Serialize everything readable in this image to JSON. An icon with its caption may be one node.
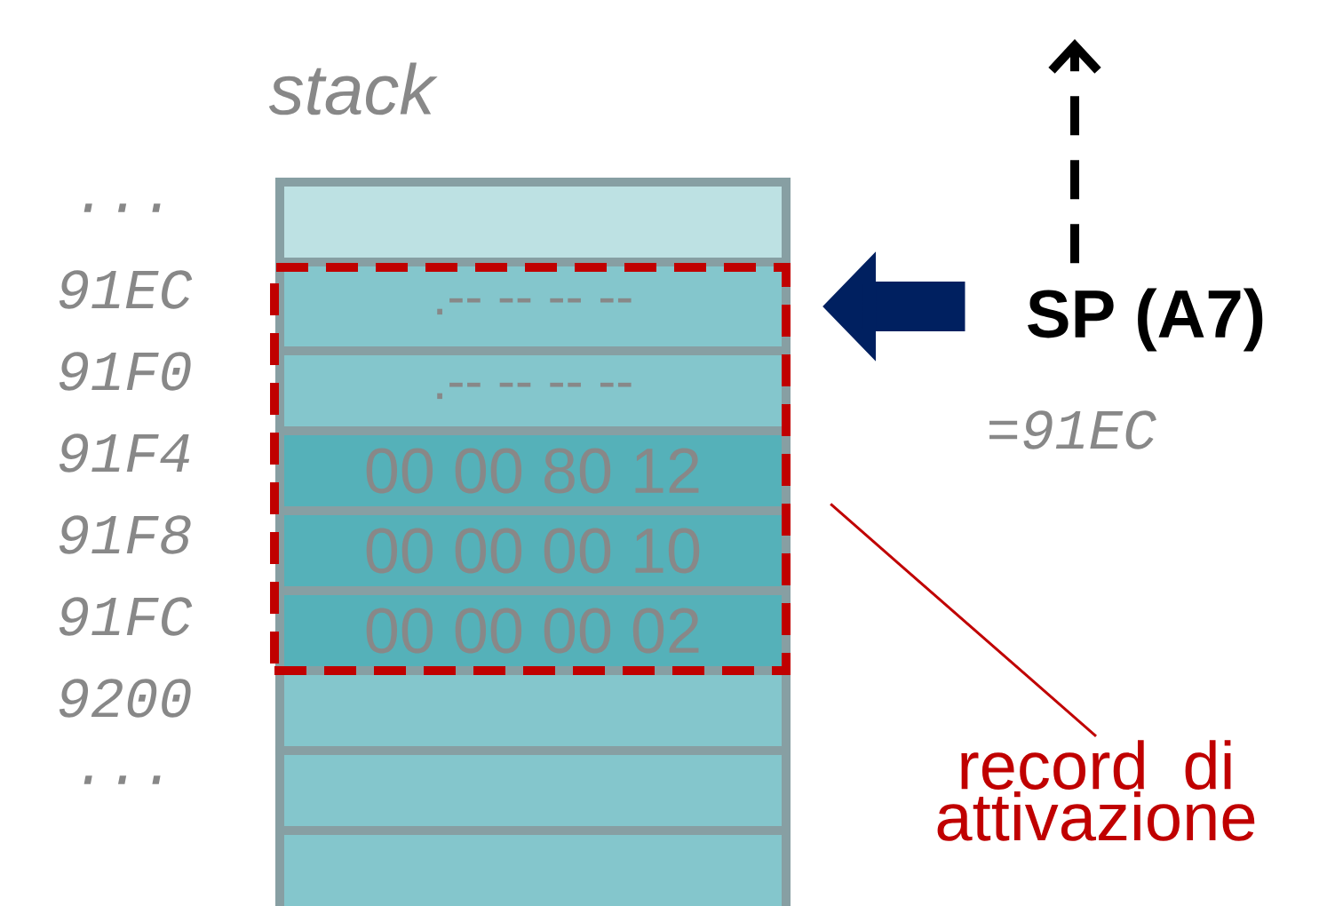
{
  "diagram": {
    "nodes": [
      {
        "text": [],
        "shape": "box"
      },
      {
        "text": [],
        "shape": "box"
      },
      {
        "text": [
          ".-- -- -- --"
        ],
        "in": 1
      },
      {
        "text": [
          ".-- -- -- --"
        ],
        "in": 1
      },
      {
        "text": [
          "00 00 80 12"
        ],
        "in": 1
      },
      {
        "text": [
          "00 00 00 10"
        ],
        "in": 1
      },
      {
        "text": [
          "00 00 00 02"
        ],
        "in": 1
      },
      {
        "text": [],
        "shape": "box"
      },
      {
        "text": [],
        "shape": "box"
      },
      {
        "text": [],
        "shape": "box"
      },
      {
        "text": [
          "SP (A7)"
        ],
        "beside": [
          "=91EC"
        ]
      },
      {
        "text": [
          "record di attivazione"
        ]
      }
    ],
    "edges": [
      {
        "from": 10,
        "to": 2,
        "arrow": "to",
        "style": "thick",
        "color": "#002060"
      },
      {
        "from": 10,
        "to": null,
        "arrow": "to",
        "style": "dashed",
        "color": "#000000"
      },
      {
        "from": 11,
        "to": 1,
        "arrow": "none",
        "color": "#c00000"
      }
    ],
    "labels": [
      "stack",
      "...",
      "91EC",
      "91F0",
      "91F4",
      "91F8",
      "91FC",
      "9200",
      "..."
    ]
  }
}
